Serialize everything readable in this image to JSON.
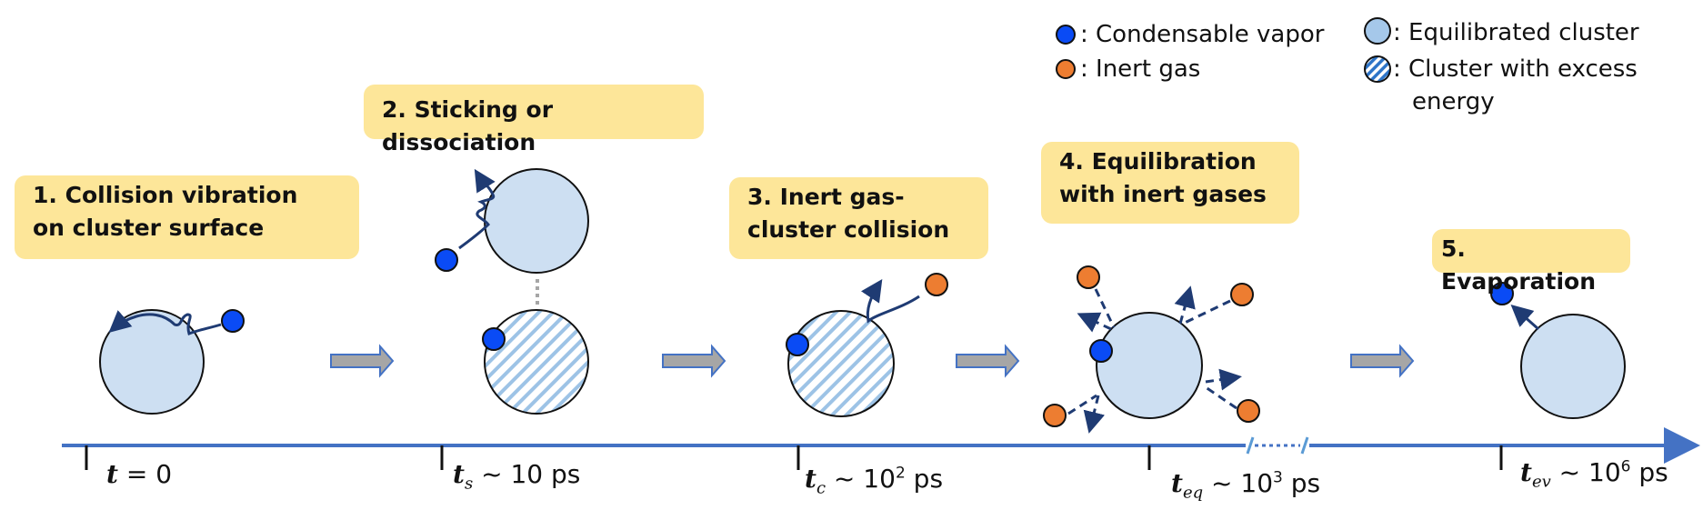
{
  "legend": {
    "condensable_vapor": ": Condensable vapor",
    "inert_gas": ": Inert gas",
    "equilibrated_cluster": ": Equilibrated cluster",
    "excess_energy_cluster_line1": ": Cluster with excess",
    "excess_energy_cluster_line2": "energy"
  },
  "stages": [
    {
      "label": "1. Collision vibration\non cluster surface"
    },
    {
      "label": "2. Sticking or dissociation"
    },
    {
      "label": "3. Inert  gas-\ncluster collision"
    },
    {
      "label": "4. Equilibration\nwith inert gases"
    },
    {
      "label": "5. Evaporation"
    }
  ],
  "timeline": [
    {
      "symbol": "t",
      "subscript": "",
      "relation": " = ",
      "base": "0",
      "exponent": "",
      "unit": ""
    },
    {
      "symbol": "t",
      "subscript": "s",
      "relation": " ~ ",
      "base": "10",
      "exponent": "",
      "unit": " ps"
    },
    {
      "symbol": "t",
      "subscript": "c",
      "relation": " ~ ",
      "base": "10",
      "exponent": "2",
      "unit": " ps"
    },
    {
      "symbol": "t",
      "subscript": "eq",
      "relation": " ~ ",
      "base": "10",
      "exponent": "3",
      "unit": " ps"
    },
    {
      "symbol": "t",
      "subscript": "ev",
      "relation": "  ~ ",
      "base": "10",
      "exponent": "6",
      "unit": " ps"
    }
  ],
  "colors": {
    "vapor": "#0a4bf5",
    "inert_gas": "#ed7d31",
    "cluster_fill": "#cddff2",
    "hatch": "#9dc3e6",
    "axis": "#4472c4",
    "label_bg": "#fde699",
    "arrow_fill": "#a6a6a6",
    "path": "#1f3b73"
  }
}
